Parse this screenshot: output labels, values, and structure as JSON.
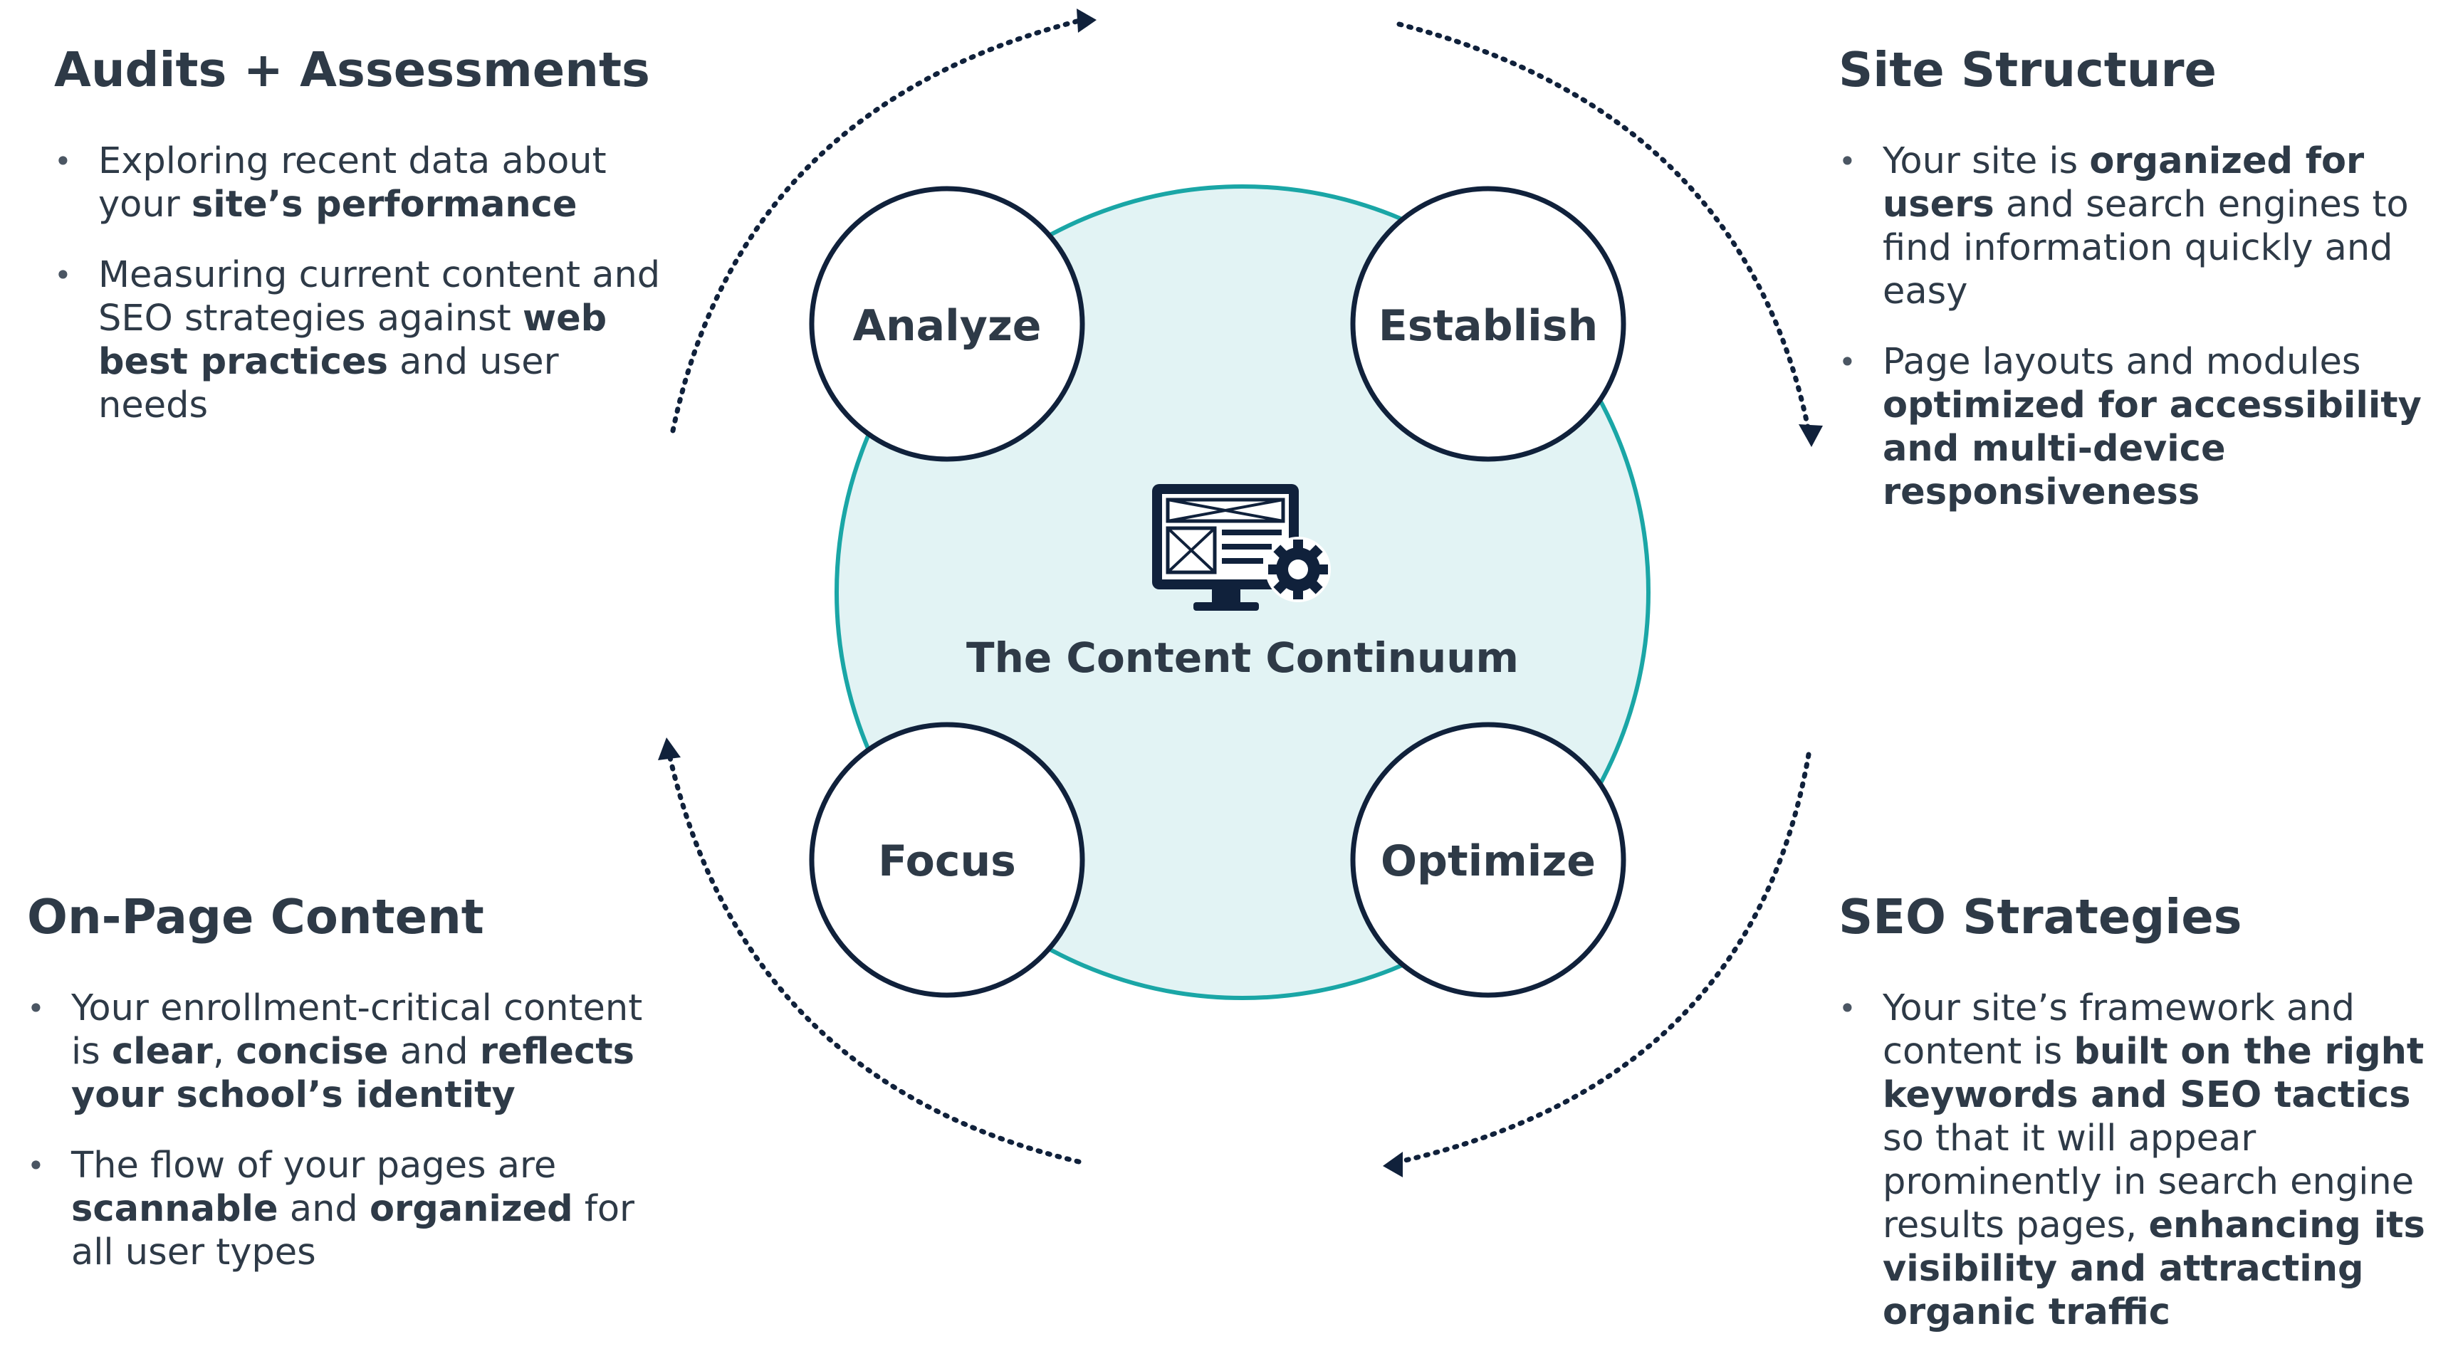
{
  "diagram_title": "The Content Continuum",
  "colors": {
    "text": "#2e3a47",
    "navy": "#10213b",
    "teal": "#1aa6a6",
    "teal_fill": "#e2f3f4"
  },
  "center_icon": "monitor-with-gear-icon",
  "stages": [
    {
      "name": "stage-analyze",
      "label": "Analyze"
    },
    {
      "name": "stage-establish",
      "label": "Establish"
    },
    {
      "name": "stage-focus",
      "label": "Focus"
    },
    {
      "name": "stage-optimize",
      "label": "Optimize"
    }
  ],
  "panels": {
    "audits": {
      "title": "Audits + Assessments",
      "bullets": [
        [
          {
            "t": "Exploring recent data about your "
          },
          {
            "t": "site’s performance",
            "b": true
          }
        ],
        [
          {
            "t": "Measuring current content and SEO strategies against "
          },
          {
            "t": "web best practices",
            "b": true
          },
          {
            "t": " and user needs"
          }
        ]
      ]
    },
    "site_structure": {
      "title": "Site Structure",
      "bullets": [
        [
          {
            "t": "Your site is "
          },
          {
            "t": "organized for users",
            "b": true
          },
          {
            "t": " and search engines to find information quickly and easy"
          }
        ],
        [
          {
            "t": "Page layouts and modules "
          },
          {
            "t": "optimized for accessibility and multi-device responsiveness",
            "b": true
          }
        ]
      ]
    },
    "on_page": {
      "title": "On-Page Content",
      "bullets": [
        [
          {
            "t": "Your enrollment-critical content is "
          },
          {
            "t": "clear",
            "b": true
          },
          {
            "t": ", "
          },
          {
            "t": "concise",
            "b": true
          },
          {
            "t": " and "
          },
          {
            "t": "reflects your school’s identity",
            "b": true
          }
        ],
        [
          {
            "t": "The flow of your pages are "
          },
          {
            "t": "scannable",
            "b": true
          },
          {
            "t": " and "
          },
          {
            "t": "organized",
            "b": true
          },
          {
            "t": " for all user types"
          }
        ]
      ]
    },
    "seo": {
      "title": "SEO Strategies",
      "bullets": [
        [
          {
            "t": "Your site’s framework and content is "
          },
          {
            "t": "built on the right keywords and SEO tactics",
            "b": true
          },
          {
            "t": " so that it will appear prominently in search engine results pages, "
          },
          {
            "t": "enhancing its visibility and attracting organic traffic",
            "b": true
          }
        ]
      ]
    }
  }
}
